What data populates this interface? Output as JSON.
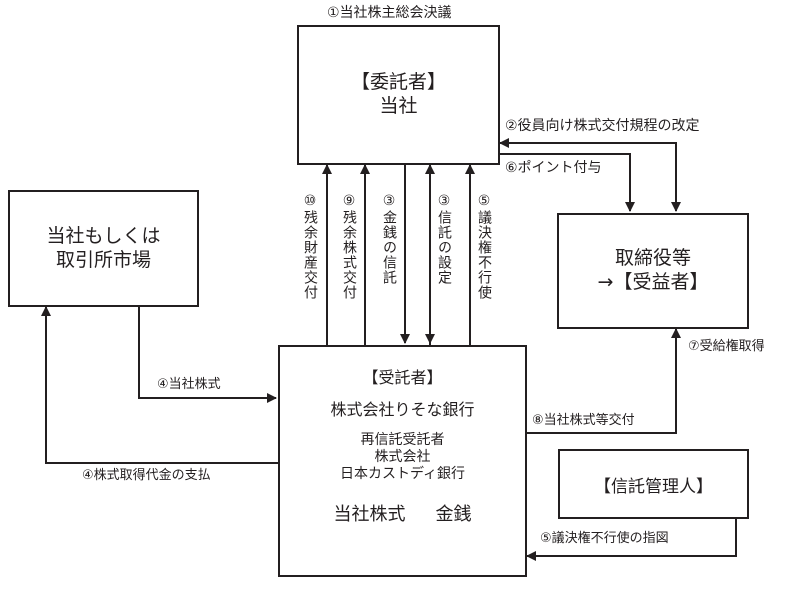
{
  "title_label": "①当社株主総会決議",
  "boxes": {
    "settlor": {
      "line1": "【委託者】",
      "line2": "当社"
    },
    "market": {
      "line1": "当社もしくは",
      "line2": "取引所市場"
    },
    "beneficiary": {
      "line1": "取締役等",
      "line2": "→【受益者】"
    },
    "trustee": {
      "heading": "【受託者】",
      "name": "株式会社りそな銀行",
      "re_trustee": [
        "再信託受託者",
        "株式会社",
        "日本カストディ銀行"
      ],
      "asset1": "当社株式",
      "asset2": "金銭"
    },
    "administrator": {
      "label": "【信託管理人】"
    }
  },
  "flows": {
    "f2": "②役員向け株式交付規程の改定",
    "f6": "⑥ポイント付与",
    "f10": "⑩残余財産交付",
    "f9": "⑨残余株式交付",
    "f3a": "③金銭の信託",
    "f3b": "③信託の設定",
    "f5": "⑤議決権不行使",
    "f4a": "④当社株式",
    "f4b": "④株式取得代金の支払",
    "f7": "⑦受給権取得",
    "f8": "⑧当社株式等交付",
    "f5b": "⑤議決権不行使の指図"
  }
}
